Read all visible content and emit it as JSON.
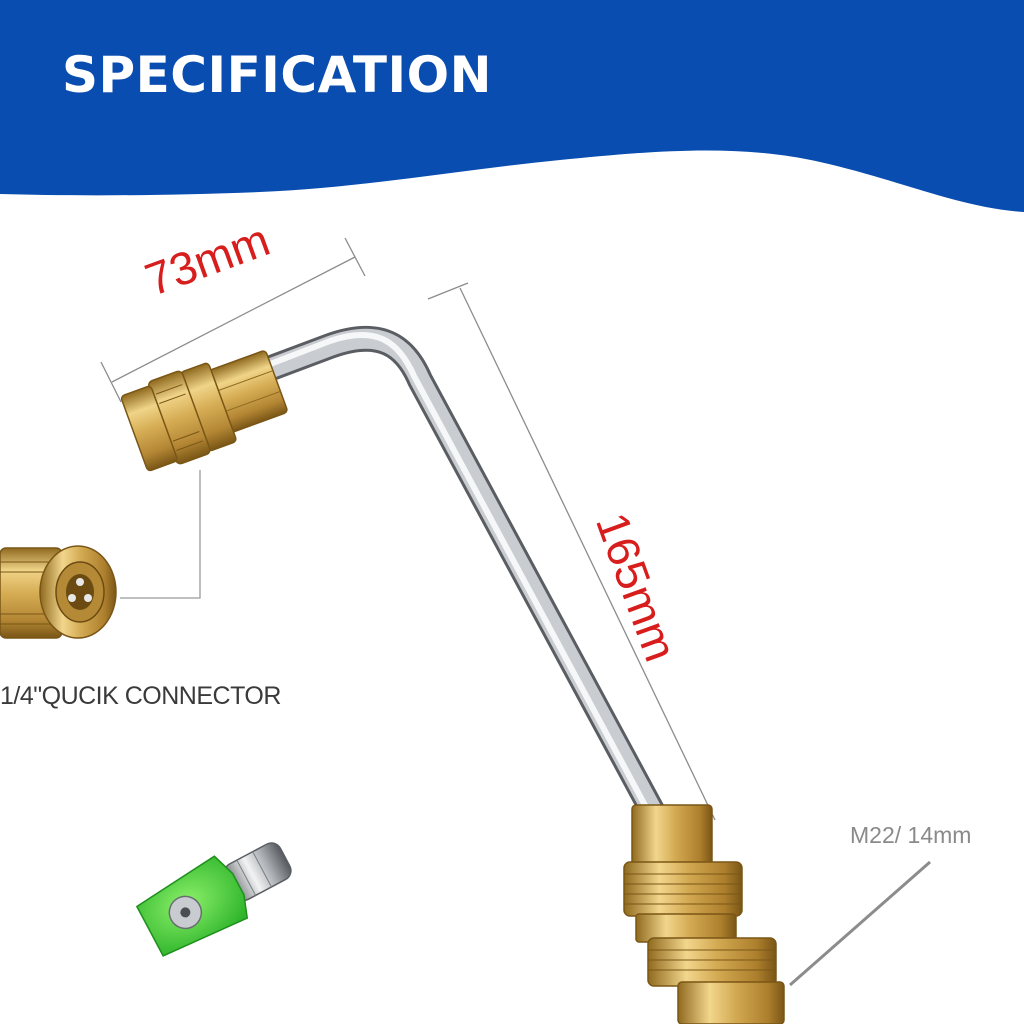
{
  "header": {
    "title": "SPECIFICATION",
    "background_color": "#0a4db0"
  },
  "dimensions": {
    "width": "73mm",
    "length": "165mm",
    "label_color": "#d81d1d"
  },
  "parts": {
    "quick_connector_caption": "1/4\"QUCIK CONNECTOR",
    "thread_caption": "M22/ 14mm"
  },
  "colors": {
    "brass": "#c9a24a",
    "steel": "#b9bcc0",
    "nozzle_green": "#3ccb3c"
  }
}
